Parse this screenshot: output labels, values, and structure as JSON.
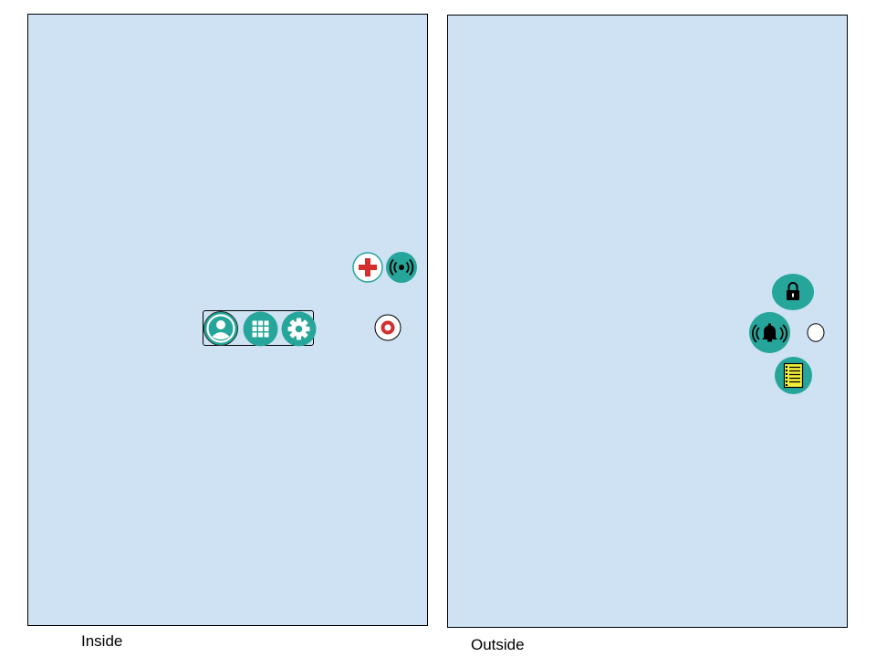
{
  "diagram": {
    "panels": [
      {
        "id": "inside",
        "label": "Inside"
      },
      {
        "id": "outside",
        "label": "Outside"
      }
    ],
    "colors": {
      "panel_fill": "#cfe2f3",
      "outline": "#000000",
      "accent_teal": "#26a69a",
      "emergency_red": "#d32f2f",
      "notebook_yellow": "#f1ee3c"
    },
    "inside_icons": [
      "medical-cross-icon",
      "broadcast-icon",
      "record-button-icon",
      "user-icon",
      "keypad-icon",
      "gear-icon"
    ],
    "outside_icons": [
      "lock-icon",
      "alarm-bell-icon",
      "status-indicator",
      "notebook-icon"
    ]
  }
}
